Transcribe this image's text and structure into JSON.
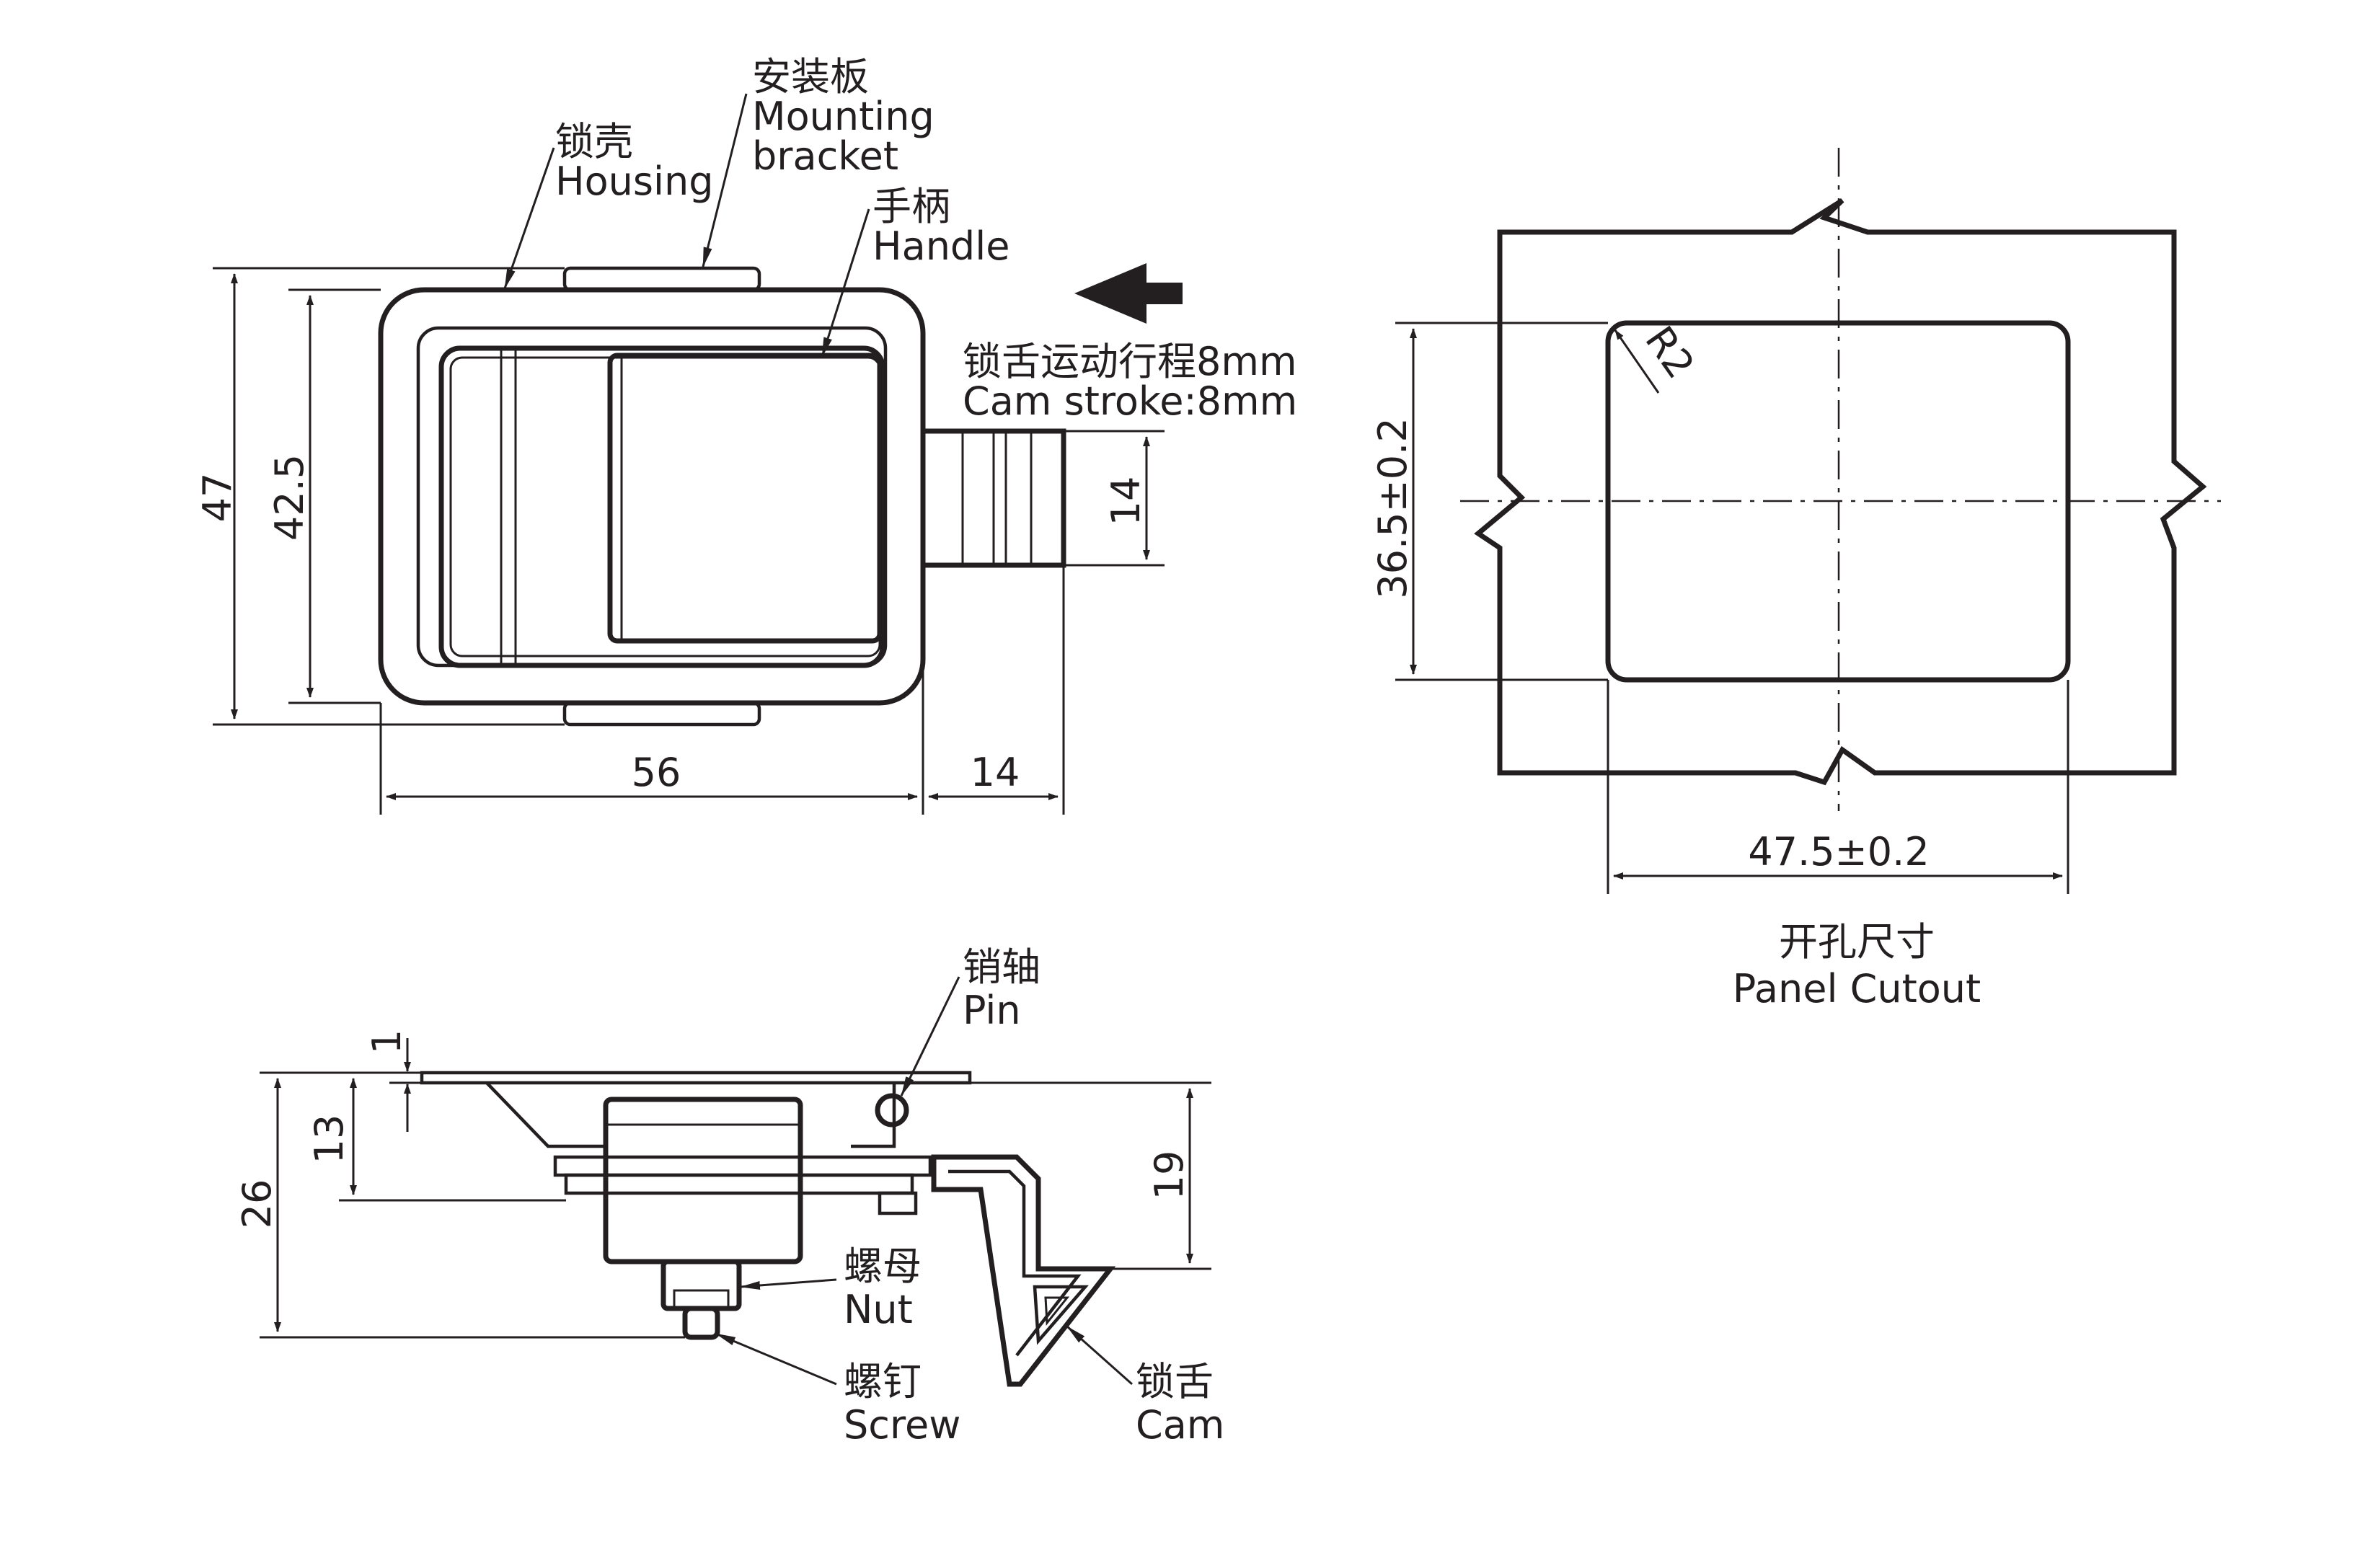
{
  "colors": {
    "line": "#231f20",
    "background": "#ffffff"
  },
  "labels": {
    "housing_cn": "锁壳",
    "housing_en": "Housing",
    "bracket_cn": "安装板",
    "bracket_en_1": "Mounting",
    "bracket_en_2": "bracket",
    "handle_cn": "手柄",
    "handle_en": "Handle",
    "stroke_cn": "锁舌运动行程8mm",
    "stroke_en": "Cam stroke:8mm",
    "pin_cn": "销轴",
    "pin_en": "Pin",
    "nut_cn": "螺母",
    "nut_en": "Nut",
    "screw_cn": "螺钉",
    "screw_en": "Screw",
    "cam_cn": "锁舌",
    "cam_en": "Cam",
    "cutout_cn": "开孔尺寸",
    "cutout_en": "Panel Cutout"
  },
  "dimensions": {
    "front_height_outer": "47",
    "front_height_inner": "42.5",
    "front_width": "56",
    "cam_length": "14",
    "cam_width": "14",
    "side_flange": "1",
    "side_body": "13",
    "side_total": "26",
    "side_cam": "19",
    "cutout_height": "36.5±0.2",
    "cutout_width": "47.5±0.2",
    "corner_radius": "R2"
  },
  "icons": {
    "direction_arrow": "arrow-left-icon"
  }
}
